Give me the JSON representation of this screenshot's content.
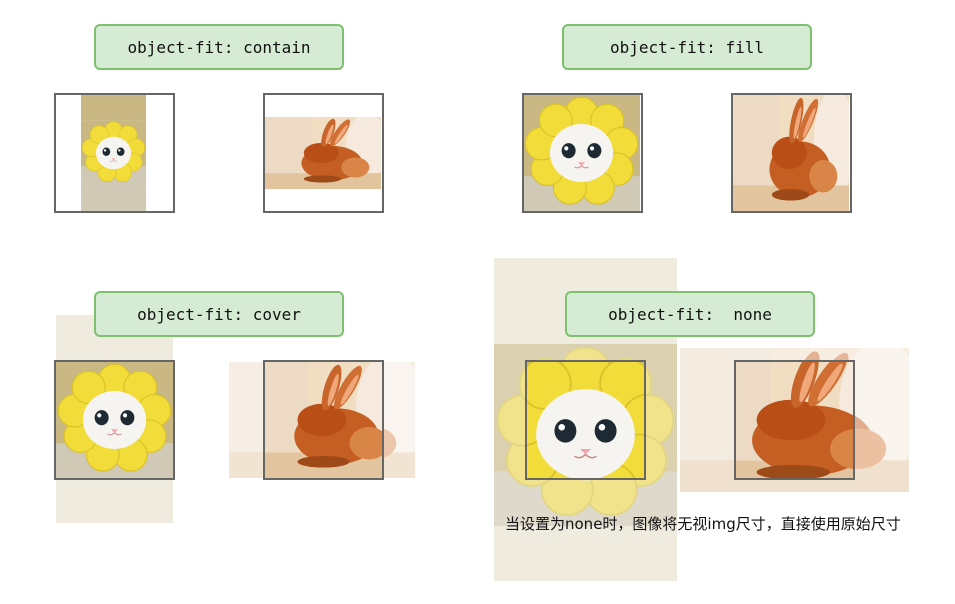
{
  "labels": {
    "contain": "object-fit: contain",
    "fill": "object-fit: fill",
    "cover": "object-fit: cover",
    "none": "object-fit:  none"
  },
  "note": "当设置为none时，图像将无视img尺寸，直接使用原始尺寸",
  "colors": {
    "label_bg": "#d5ebd3",
    "label_border": "#7fc06f",
    "frame_border": "#666666",
    "ghost_bg": "#efebdf"
  },
  "images": {
    "cat": "cat-in-yellow-flower-costume",
    "rabbit": "orange-rabbit"
  }
}
